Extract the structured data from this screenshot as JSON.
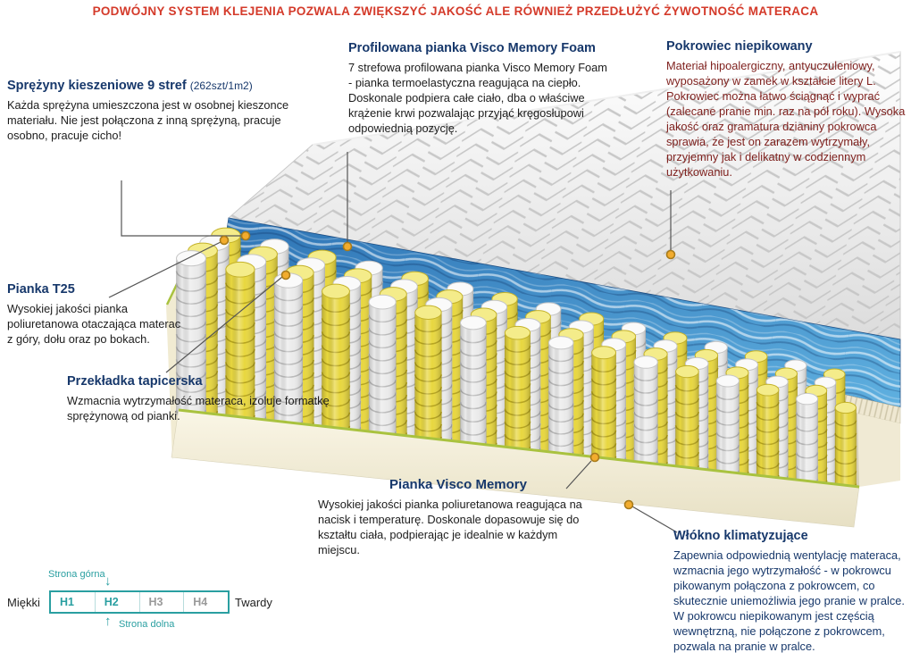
{
  "header": {
    "text": "PODWÓJNY SYSTEM KLEJENIA POZWALA ZWIĘKSZYĆ JAKOŚĆ ALE RÓWNIEŻ PRZEDŁUŻYĆ ŻYWOTNOŚĆ MATERACA"
  },
  "callouts": {
    "springs": {
      "title": "Sprężyny kieszeniowe 9 stref",
      "subtitle": "(262szt/1m2)",
      "body": "Każda sprężyna umieszczona jest w osobnej kieszonce materiału. Nie jest połączona z inną sprężyną, pracuje osobno, pracuje cicho!"
    },
    "profiled_visco": {
      "title": "Profilowana pianka Visco Memory Foam",
      "body": "7 strefowa profilowana pianka Visco Memory Foam - pianka termoelastyczna reagująca na ciepło. Doskonale podpiera całe ciało, dba o właściwe krążenie krwi pozwalając przyjąć kręgosłupowi odpowiednią pozycję."
    },
    "cover": {
      "title": "Pokrowiec niepikowany",
      "body": "Materiał hipoalergiczny, antyuczuleniowy, wyposażony w zamek w kształcie litery L. Pokrowiec można łatwo ściągnąć i wyprać (zalecane pranie min. raz na pół roku). Wysoka jakość oraz gramatura dzianiny pokrowca sprawia, że jest on zarazem wytrzymały, przyjemny jak i delikatny w codziennym użytkowaniu."
    },
    "t25": {
      "title": "Pianka T25",
      "body": "Wysokiej jakości pianka poliuretanowa otaczająca materac z góry, dołu oraz po bokach."
    },
    "interlayer": {
      "title": "Przekładka tapicerska",
      "body": "Wzmacnia wytrzymałość materaca, izoluje formatkę sprężynową od pianki."
    },
    "visco_memory": {
      "title": "Pianka Visco Memory",
      "body": "Wysokiej jakości pianka poliuretanowa reagująca na nacisk i temperaturę. Doskonale dopasowuje się do kształtu ciała, podpierając je idealnie w każdym miejscu."
    },
    "climate_fiber": {
      "title": "Włókno klimatyzujące",
      "body": "Zapewnia odpowiednią wentylację materaca, wzmacnia jego wytrzymałość - w pokrowcu pikowanym połączona z pokrowcem, co skutecznie uniemożliwia jego pranie w pralce. W pokrowcu niepikowanym jest częścią wewnętrzną, nie połączone z pokrowcem, pozwala na pranie w pralce."
    }
  },
  "hardness_scale": {
    "left_label": "Miękki",
    "right_label": "Twardy",
    "top_side_label": "Strona górna",
    "bottom_side_label": "Strona dolna",
    "levels": [
      "H1",
      "H2",
      "H3",
      "H4"
    ],
    "arrow_down": "↓",
    "arrow_up": "↑"
  },
  "colors": {
    "header_red": "#d43a2a",
    "title_navy": "#17386b",
    "body_dark": "#1c1c1c",
    "cover_body_maroon": "#7e1f1c",
    "teal": "#2a9fa1",
    "callout_dot": "#f2ac2e",
    "spring_yellow": "#e8d73f",
    "layer_blue": "#2e74b5",
    "edge_green": "#a9c23f",
    "base_cream": "#f5efdb"
  }
}
